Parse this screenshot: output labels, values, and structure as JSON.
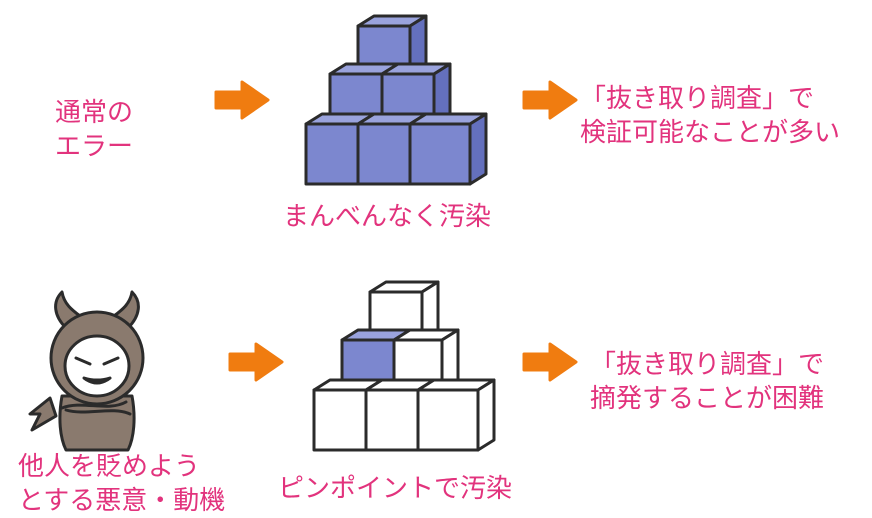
{
  "top_row": {
    "cause_lines": [
      "通常の",
      "エラー"
    ],
    "caption": "まんべんなく汚染",
    "result_lines": [
      "「抜き取り調査」で",
      "検証可能なことが多い"
    ]
  },
  "bottom_row": {
    "cause_lines": [
      "他人を貶めよう",
      "とする悪意・動機"
    ],
    "caption": "ピンポイントで汚染",
    "result_lines": [
      "「抜き取り調査」で",
      "摘発することが困難"
    ]
  },
  "colors": {
    "text": "#e2337d",
    "arrow": "#f07c10",
    "cube_blue_front": "#7c87cf",
    "cube_blue_top": "#9aa3dd",
    "cube_blue_side": "#6470bd",
    "cube_white": "#ffffff",
    "outline": "#2b2b2b",
    "devil_body": "#8a7a6e"
  },
  "icons": {
    "arrow": "right-arrow-icon",
    "devil": "devil-icon",
    "stack": "cube-pyramid-icon"
  }
}
